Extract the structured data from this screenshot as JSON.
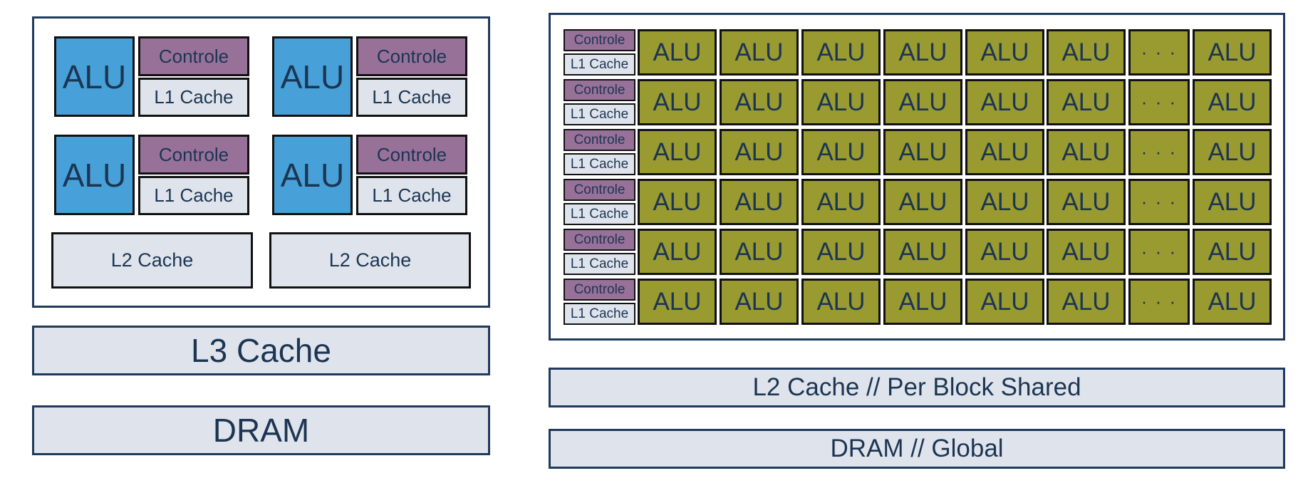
{
  "cpu": {
    "cores": [
      {
        "alu": "ALU",
        "control": "Controle",
        "l1": "L1 Cache"
      },
      {
        "alu": "ALU",
        "control": "Controle",
        "l1": "L1 Cache"
      },
      {
        "alu": "ALU",
        "control": "Controle",
        "l1": "L1 Cache"
      },
      {
        "alu": "ALU",
        "control": "Controle",
        "l1": "L1 Cache"
      }
    ],
    "l2": [
      "L2 Cache",
      "L2 Cache"
    ],
    "l3": "L3 Cache",
    "dram": "DRAM"
  },
  "gpu": {
    "rows": [
      {
        "control": "Controle",
        "l1": "L1 Cache",
        "alus": [
          "ALU",
          "ALU",
          "ALU",
          "ALU",
          "ALU",
          "ALU",
          "· · ·",
          "ALU"
        ]
      },
      {
        "control": "Controle",
        "l1": "L1 Cache",
        "alus": [
          "ALU",
          "ALU",
          "ALU",
          "ALU",
          "ALU",
          "ALU",
          "· · ·",
          "ALU"
        ]
      },
      {
        "control": "Controle",
        "l1": "L1 Cache",
        "alus": [
          "ALU",
          "ALU",
          "ALU",
          "ALU",
          "ALU",
          "ALU",
          "· · ·",
          "ALU"
        ]
      },
      {
        "control": "Controle",
        "l1": "L1 Cache",
        "alus": [
          "ALU",
          "ALU",
          "ALU",
          "ALU",
          "ALU",
          "ALU",
          "· · ·",
          "ALU"
        ]
      },
      {
        "control": "Controle",
        "l1": "L1 Cache",
        "alus": [
          "ALU",
          "ALU",
          "ALU",
          "ALU",
          "ALU",
          "ALU",
          "· · ·",
          "ALU"
        ]
      },
      {
        "control": "Controle",
        "l1": "L1 Cache",
        "alus": [
          "ALU",
          "ALU",
          "ALU",
          "ALU",
          "ALU",
          "ALU",
          "· · ·",
          "ALU"
        ]
      }
    ],
    "l2": "L2 Cache // Per Block Shared",
    "dram": "DRAM // Global"
  },
  "colors": {
    "cpu_alu": "#47a1d8",
    "gpu_alu": "#999a30",
    "control": "#987199",
    "cache": "#dfe4ec",
    "border": "#1f3a5c",
    "text": "#1c3553"
  }
}
